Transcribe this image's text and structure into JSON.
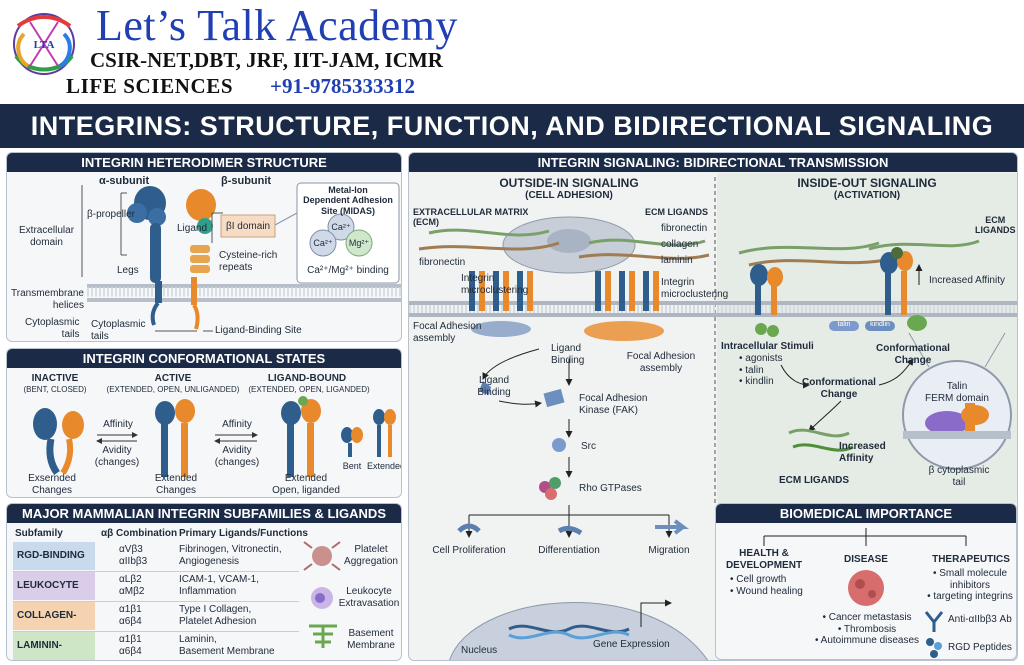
{
  "header": {
    "brand": "Let’s Talk Academy",
    "exams": "CSIR-NET,DBT, JRF, IIT-JAM, ICMR",
    "life": "LIFE SCIENCES",
    "phone": "+91-9785333312",
    "logo_text": "LTA"
  },
  "banner": "INTEGRINS: STRUCTURE, FUNCTION, AND BIDIRECTIONAL SIGNALING",
  "colors": {
    "navy": "#1b2b47",
    "alpha": "#2f5d8c",
    "beta": "#e8892b",
    "membrane": "#9aa6b2",
    "ecm_green": "#4f8f3a"
  },
  "structure": {
    "title": "INTEGRIN HETERODIMER STRUCTURE",
    "alpha": "α-subunit",
    "beta": "β-subunit",
    "extracellular": "Extracellular\ndomain",
    "propeller": "β-propeller",
    "ligand": "Ligand",
    "bi_domain": "βI domain",
    "legs": "Legs",
    "cysteine": "Cysteine-rich\nrepeats",
    "transmembrane": "Transmembrane\nhelices",
    "cytoplasmic": "Cytoplasmic\ntails",
    "cyto_tails_inner": "Cytoplasmic\ntails",
    "ligand_site": "Ligand-Binding Site",
    "midas_title": "Metal-Ion\nDependent Adhesion\nSite (MIDAS)",
    "ca": "Ca²⁺",
    "mg": "Mg²⁺",
    "binding": "Ca²⁺/Mg²⁺ binding"
  },
  "states": {
    "title": "INTEGRIN CONFORMATIONAL STATES",
    "inactive": "INACTIVE",
    "inactive_sub": "(BENT, CLOSED)",
    "active": "ACTIVE",
    "active_sub": "(EXTENDED, OPEN, UNLIGANDED)",
    "bound": "LIGAND-BOUND",
    "bound_sub": "(EXTENDED, OPEN, LIGANDED)",
    "affinity": "Affinity",
    "avidity": "Avidity\n(changes)",
    "c1": "Exsernded\nChanges",
    "c2": "Extended\nChanges",
    "c3": "Extended\nOpen, liganded",
    "bent": "Bent",
    "extended": "Extended"
  },
  "subfamilies": {
    "title": "MAJOR MAMMALIAN INTEGRIN SUBFAMILIES & LIGANDS",
    "headers": [
      "Subfamily",
      "αβ Combination",
      "Primary Ligands/Functions"
    ],
    "rows": [
      {
        "name": "RGD-BINDING",
        "combo": "αVβ3\nαIIbβ3",
        "ligands": "Fibrinogen, Vitronectin,\nAngiogenesis",
        "color": "#c9d9ee"
      },
      {
        "name": "LEUKOCYTE",
        "combo": "αLβ2\nαMβ2",
        "ligands": "ICAM-1, VCAM-1,\nInflammation",
        "color": "#d9cdea"
      },
      {
        "name": "COLLAGEN-BINDING",
        "combo": "α1β1\nα6β4",
        "ligands": "Type I Collagen,\nPlatelet Adhesion",
        "color": "#f6d3b0"
      },
      {
        "name": "LAMININ-BINDING",
        "combo": "α1β1\nα6β4",
        "ligands": "Laminin,\nBasement Membrane",
        "color": "#cfe6c6"
      }
    ],
    "icons": [
      "Platelet\nAggregation",
      "Leukocyte\nExtravasation",
      "Basement\nMembrane"
    ]
  },
  "signaling": {
    "title": "INTEGRIN SIGNALING: BIDIRECTIONAL TRANSMISSION",
    "outside_title": "OUTSIDE-IN SIGNALING",
    "outside_sub": "(CELL ADHESION)",
    "inside_title": "INSIDE-OUT SIGNALING",
    "inside_sub": "(ACTIVATION)",
    "ecm": "EXTRACELLULAR MATRIX\n(ECM)",
    "ecm_ligands": "ECM LIGANDS",
    "fibronectin": "fibronectin",
    "collagen": "collagen",
    "laminin": "laminin",
    "fibronectin_left": "fibronectin",
    "micro_left": "Integrin\nmicroclustering",
    "micro_right": "Integrin\nmicroclustering",
    "fa_assembly_left": "Focal Adhesion\nassembly",
    "fa_assembly_right": "Focal Adhesion\nassembly",
    "ligand_binding": "Ligand\nBinding",
    "ligand_binding_left": "Ligand\nBinding",
    "fak": "Focal Adhesion\nKinase (FAK)",
    "src": "Src",
    "rho": "Rho GTPases",
    "proliferation": "Cell Proliferation",
    "differentiation": "Differentiation",
    "migration": "Migration",
    "nucleus": "Nucleus",
    "gene": "Gene Expression",
    "ecm_ligands_right": "ECM\nLIGANDS",
    "increased_affinity": "Increased Affinity",
    "stimuli": "Intracellular Stimuli",
    "stimuli_items": "• agonists\n• talin\n• kindlin",
    "conf_change": "Conformational\nChange",
    "conf_change2": "Conformational\nChange",
    "talin_pill": "talin",
    "kindlin_pill": "kindlin",
    "talin_ferm": "Talin\nFERM domain",
    "beta_tail": "β cytoplasmic\ntail",
    "increased_affinity2": "Increased\nAffinity",
    "ecm_ligands_bottom": "ECM LIGANDS"
  },
  "biomedical": {
    "title": "BIOMEDICAL IMPORTANCE",
    "health": "HEALTH &\nDEVELOPMENT",
    "health_items": "• Cell growth\n• Wound healing",
    "disease": "DISEASE",
    "disease_items": "• Cancer metastasis\n• Thrombosis\n• Autoimmune diseases",
    "therapeutics": "THERAPEUTICS",
    "ther_items": "• Small molecule\ninhibitors\n• targeting integrins",
    "antibody": "Anti-αIIbβ3 Ab",
    "rgd": "RGD Peptides"
  }
}
